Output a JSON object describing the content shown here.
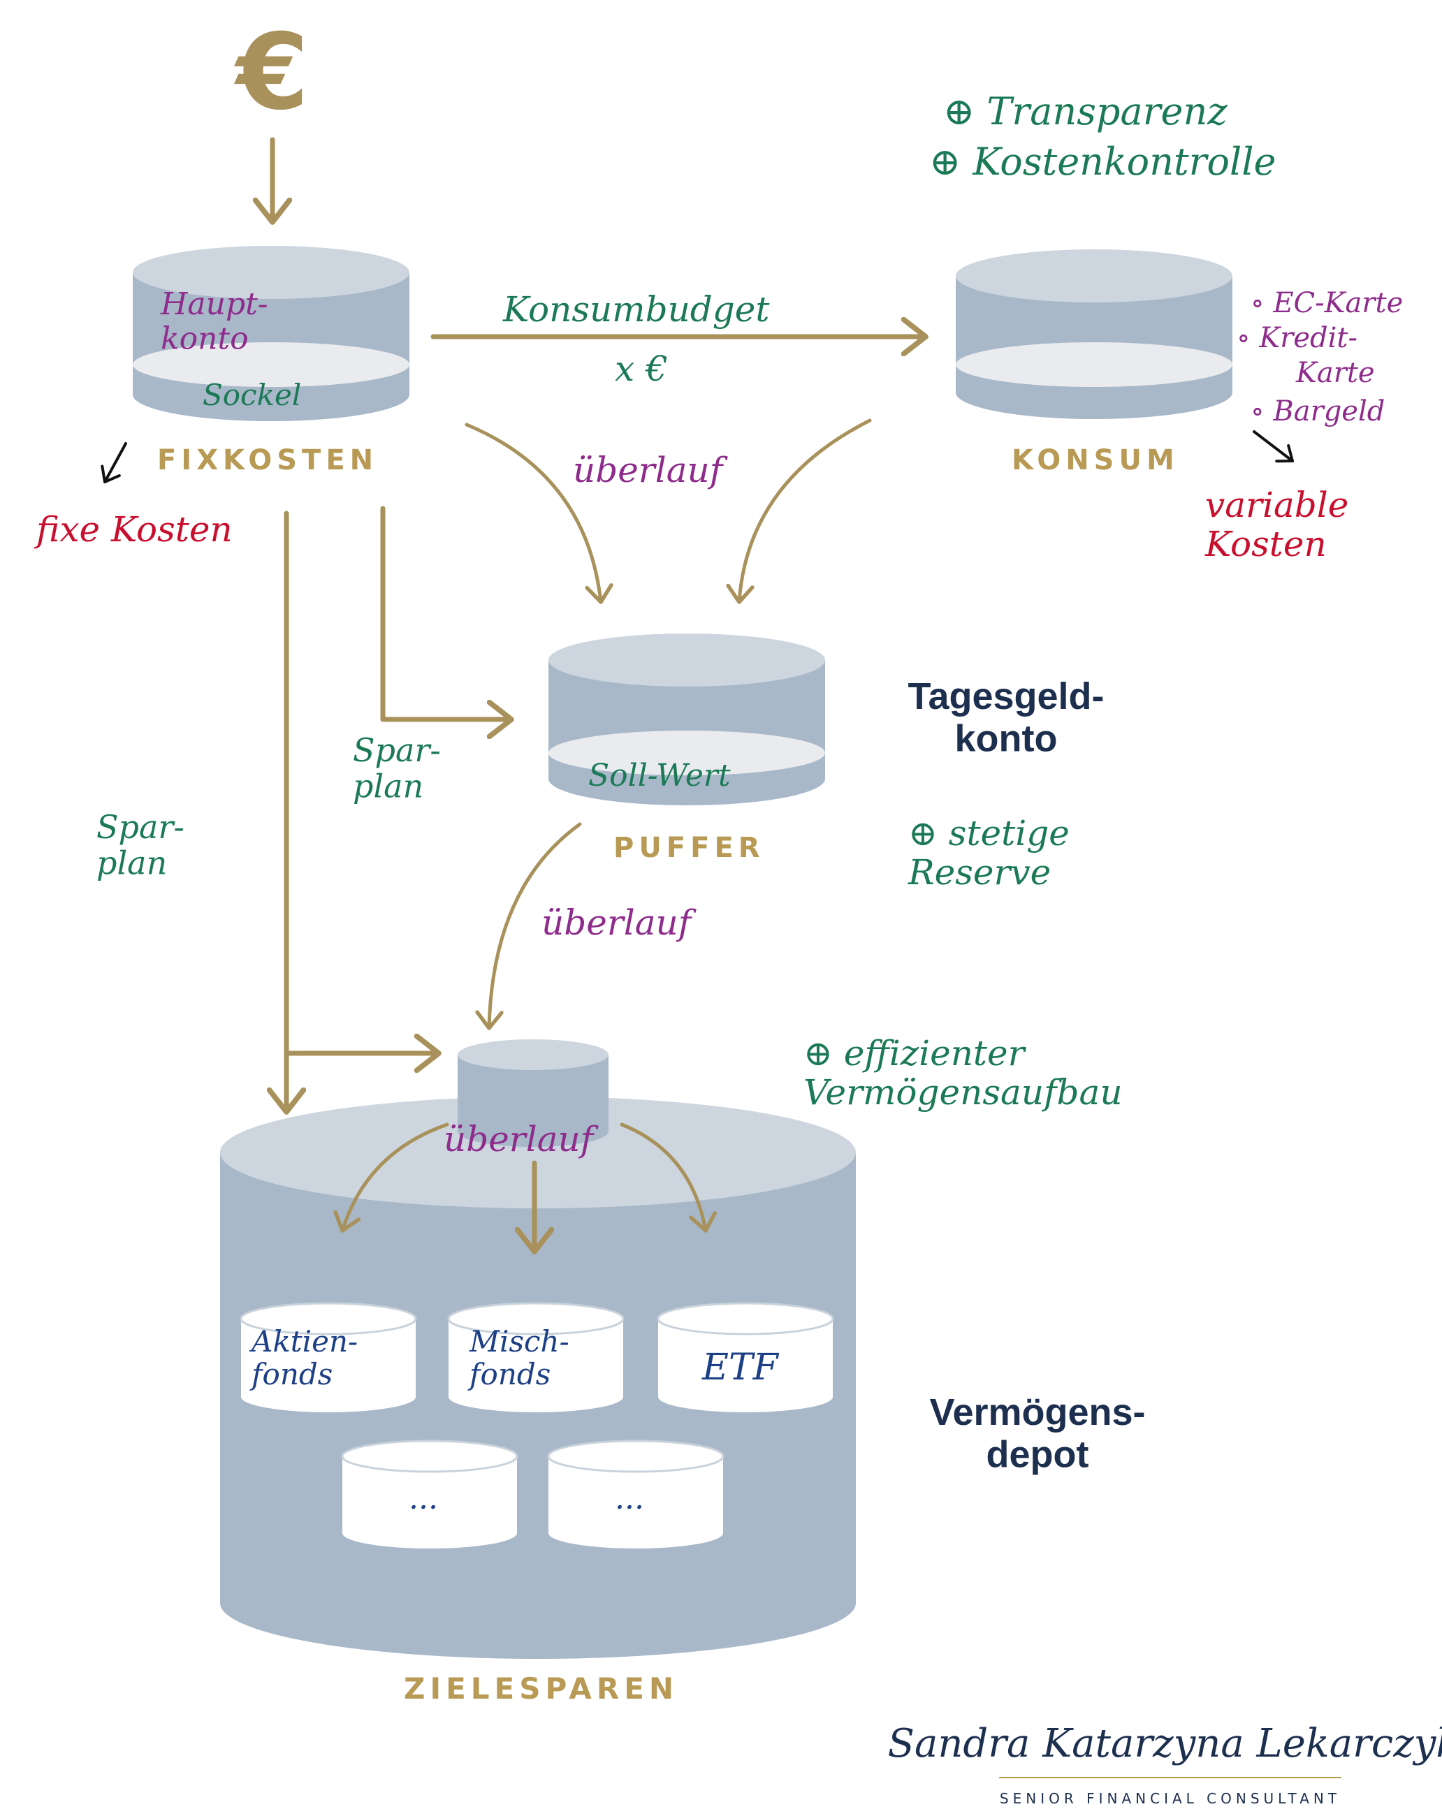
{
  "title_symbol": "€",
  "containers": {
    "fixkosten": {
      "label": "FIXKOSTEN",
      "top_note": "Haupt-\nkonto",
      "level_note": "Sockel"
    },
    "konsum": {
      "label": "KONSUM"
    },
    "puffer": {
      "label": "PUFFER",
      "level_note": "Soll-Wert"
    },
    "zielesparen": {
      "label": "ZIELESPAREN",
      "overflow_note": "überlauf"
    }
  },
  "side_titles": {
    "tagesgeld": "Tagesgeld-\nkonto",
    "depot": "Vermögens-\ndepot"
  },
  "flows": {
    "konsumbudget": "Konsumbudget",
    "konsum_amount": "x €",
    "ueberlauf_top": "überlauf",
    "ueberlauf_mid": "überlauf",
    "sparplan_puffer": "Spar-\nplan",
    "sparplan_depot": "Spar-\nplan"
  },
  "notes": {
    "benefits_top": [
      "⊕ Transparenz",
      "⊕ Kostenkontrolle"
    ],
    "konsum_cards": [
      "∘ EC-Karte",
      "∘ Kredit-",
      "Karte",
      "∘ Bargeld"
    ],
    "variable_costs": "variable\nKosten",
    "fixe_kosten": "fixe Kosten",
    "puffer_benefit": "⊕ stetige\nReserve",
    "depot_benefit": "⊕ effizienter\nVermögensaufbau"
  },
  "funds": [
    {
      "label": "Aktien-\nfonds"
    },
    {
      "label": "Misch-\nfonds"
    },
    {
      "label": "ETF"
    },
    {
      "label": "..."
    },
    {
      "label": "..."
    }
  ],
  "signature": {
    "name": "Sandra Katarzyna Lekarczyk",
    "role": "SENIOR FINANCIAL CONSULTANT"
  },
  "colors": {
    "gold": "#b89a55",
    "arrow": "#a8915a",
    "navy": "#1d2f4f",
    "cylinder": "#a8b8c9",
    "green_ink": "#1b7a55",
    "purple_ink": "#8e2c8c",
    "red_ink": "#c8102e",
    "blue_ink": "#1c3f86"
  }
}
